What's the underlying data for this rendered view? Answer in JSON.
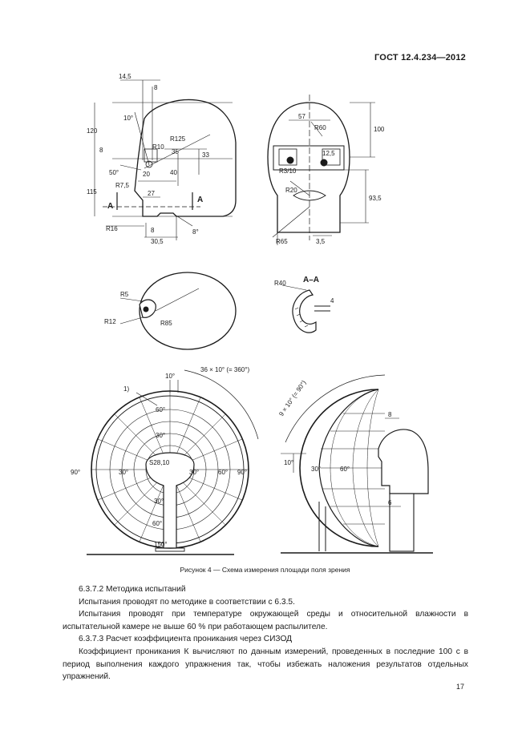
{
  "header": {
    "doc_code": "ГОСТ 12.4.234—2012"
  },
  "figure": {
    "caption": "Рисунок 4 — Схема измерения площади поля зрения",
    "side_view_labels": [
      "14,5",
      "8",
      "10°",
      "120",
      "R125",
      "R10",
      "35",
      "33",
      "8",
      "50°",
      "40",
      "20",
      "115",
      "R7,5",
      "27",
      "A",
      "A",
      "R16",
      "8",
      "30,5",
      "8°"
    ],
    "front_view_labels": [
      "57",
      "R60",
      "100",
      "12,5",
      "R3/10",
      "R20",
      "93,5",
      "R65",
      "3,5"
    ],
    "plan_view_labels": [
      "R5",
      "R12",
      "R85"
    ],
    "section_labels": [
      "R40",
      "A–A",
      "4"
    ],
    "perimeter_labels": [
      "10°",
      "36 × 10° (= 360°)",
      "1)",
      "60°",
      "30°",
      "30°",
      "90°",
      "30°",
      "60°",
      "90°",
      "S28,10",
      "30°",
      "60°",
      "150°"
    ],
    "perimeter_side_labels": [
      "9 × 10° (= 90°)",
      "8",
      "10°",
      "30°",
      "60°",
      "6"
    ]
  },
  "sections": [
    {
      "kind": "heading",
      "text": "6.3.7.2  Методика испытаний"
    },
    {
      "kind": "para",
      "text": "Испытания проводят по методике в соответствии с 6.3.5."
    },
    {
      "kind": "para",
      "text": "Испытания проводят при температуре окружающей среды и относительной влажности в испытательной камере не выше 60 % при работающем распылителе."
    },
    {
      "kind": "heading",
      "text": "6.3.7.3  Расчет коэффициента проникания через СИЗОД"
    },
    {
      "kind": "para",
      "text": "Коэффициент проникания К вычисляют по данным измерений, проведенных в последние 100 с в период выполнения каждого упражнения так, чтобы избежать наложения результатов отдельных упражнений."
    }
  ],
  "footer": {
    "page_number": "17"
  }
}
